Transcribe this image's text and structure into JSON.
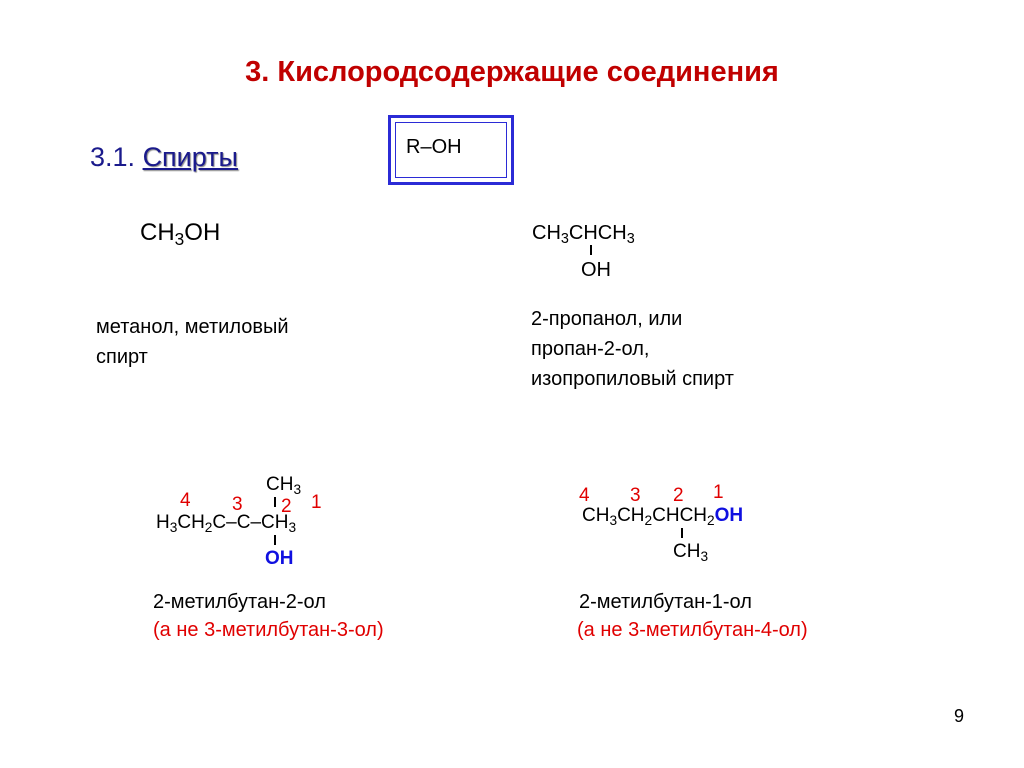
{
  "slide": {
    "title": "3. Кислородсодержащие соединения",
    "page_number": "9"
  },
  "section": {
    "number": "3.1.",
    "link": "Спирты"
  },
  "general_formula": "R–OH",
  "methanol": {
    "formula": {
      "a": "CH",
      "sub": "3",
      "b": "OH"
    },
    "name_line1": "метанол, метиловый",
    "name_line2": "спирт"
  },
  "propanol": {
    "formula": {
      "a": "CH",
      "s1": "3",
      "b": "CHCH",
      "s2": "3"
    },
    "oh": "OH",
    "name_line1": "2-пропанол, или",
    "name_line2": "пропан-2-ол,",
    "name_line3": "изопропиловый спирт"
  },
  "methylbutan2ol": {
    "top_group": {
      "a": "CH",
      "sub": "3"
    },
    "numbers": [
      "4",
      "3",
      "2",
      "1"
    ],
    "main": {
      "a": "H",
      "s1": "3",
      "b": "CH",
      "s2": "2",
      "c": "C",
      "dash1": "–",
      "d": "C",
      "dash2": "–",
      "e": "CH",
      "s3": "3"
    },
    "oh": "OH",
    "name": "2-метилбутан-2-ол",
    "note": "(а не 3-метилбутан-3-ол)"
  },
  "methylbutan1ol": {
    "numbers": [
      "4",
      "3",
      "2",
      "1"
    ],
    "main": {
      "a": "CH",
      "s1": "3",
      "b": "CH",
      "s2": "2",
      "c": "CHCH",
      "s3": "2",
      "oh": "OH"
    },
    "bottom_group": {
      "a": "CH",
      "sub": "3"
    },
    "name": "2-метилбутан-1-ол",
    "note": "(а не 3-метилбутан-4-ол)"
  },
  "colors": {
    "title": "#c00000",
    "section": "#1a1a8c",
    "box_border": "#2b2bd6",
    "numbers": "#e00000",
    "hydroxyl": "#1010e0"
  }
}
